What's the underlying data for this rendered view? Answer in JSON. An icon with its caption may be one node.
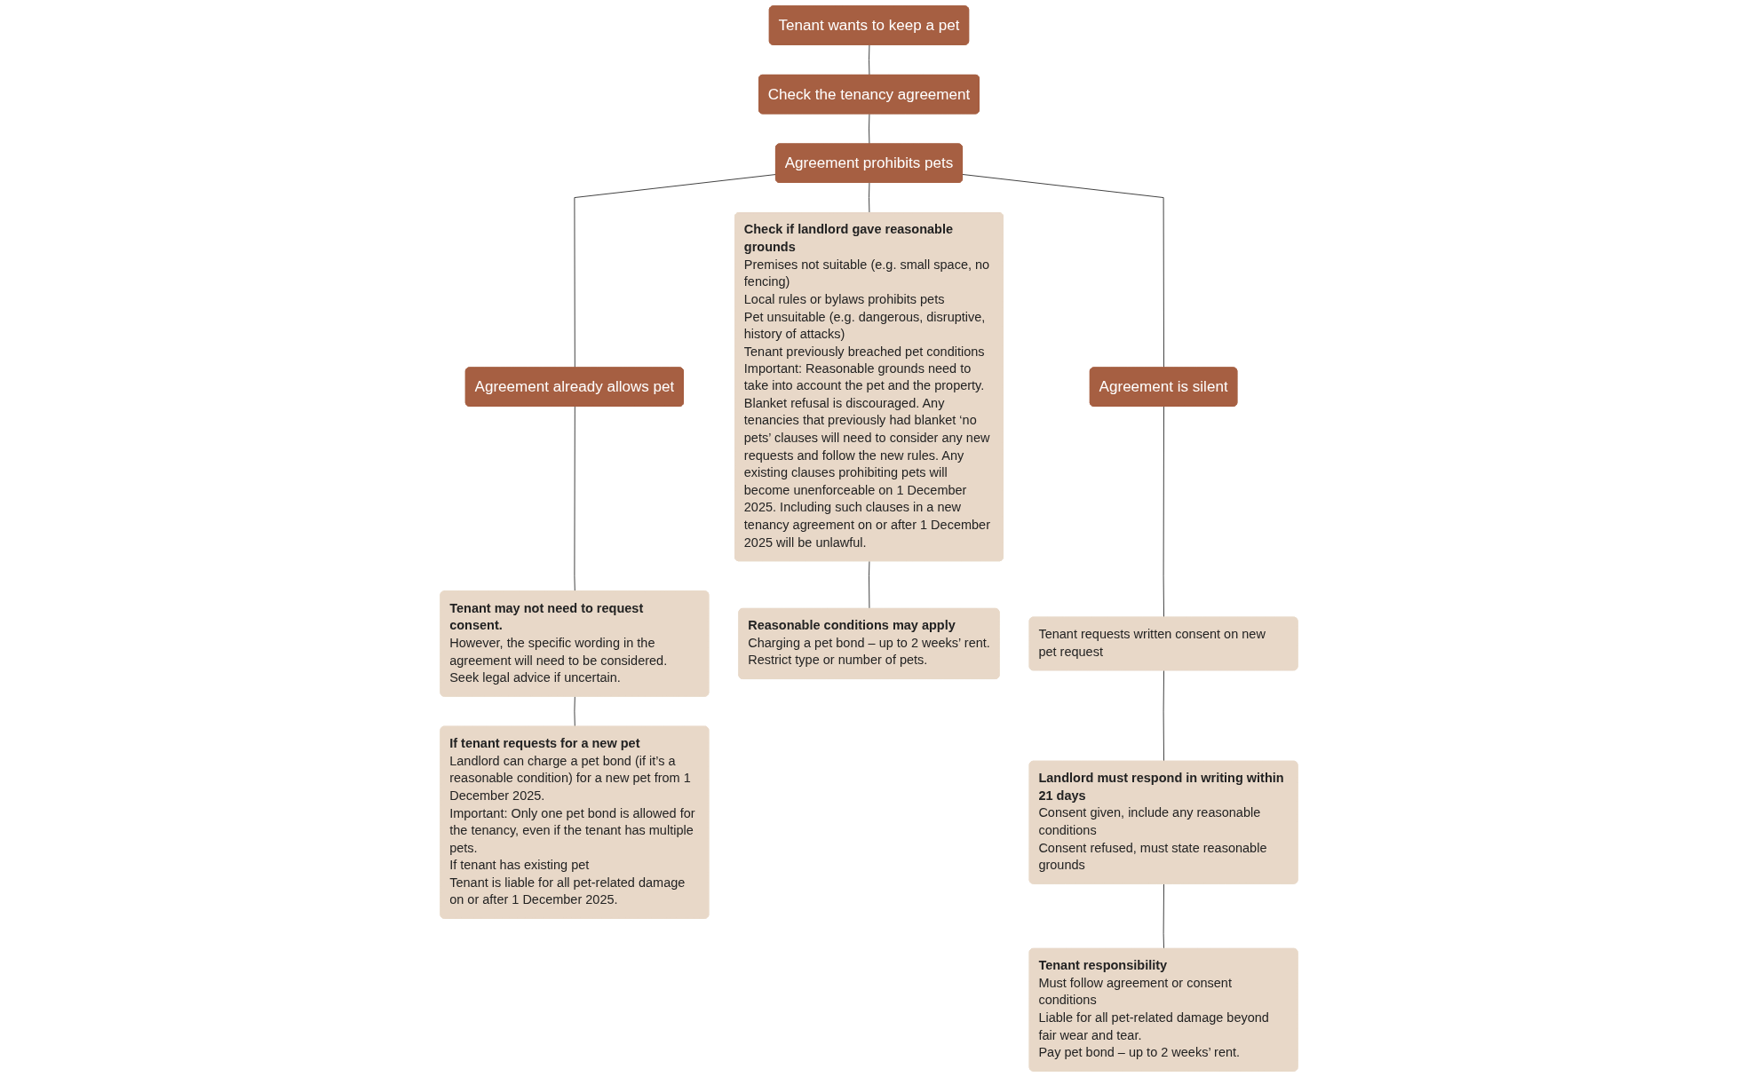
{
  "diagram": {
    "nodes": [
      {
        "text": [
          "Tenant wants to keep a pet"
        ]
      },
      {
        "text": [
          "Check the tenancy agreement"
        ]
      },
      {
        "text": [
          "Agreement already allows pet"
        ]
      },
      {
        "text": [
          "Agreement prohibits pets"
        ]
      },
      {
        "text": [
          "Agreement is silent"
        ]
      },
      {
        "text": [
          "Tenant may not need to request consent.",
          "However, the specific wording in the agreement will need to be considered. Seek legal advice if uncertain."
        ]
      },
      {
        "text": [
          "If tenant requests for a new pet",
          "Landlord can charge a pet bond (if it’s a reasonable condition) for a new pet from 1 December 2025.",
          "Important: Only one pet bond is allowed for the tenancy, even if the tenant has multiple pets.",
          "If tenant has existing pet",
          "Tenant is liable for all pet-related damage on or after 1 December 2025."
        ]
      },
      {
        "text": [
          "Check if landlord gave reasonable grounds",
          "Premises not suitable (e.g. small space, no fencing)",
          "Local rules or bylaws prohibits pets",
          "Pet unsuitable (e.g. dangerous, disruptive, history of attacks)",
          "Tenant previously breached pet conditions",
          "Important: Reasonable grounds need to take into account the pet and the property. Blanket refusal is discouraged. Any tenancies that previously had blanket ‘no pets’ clauses will need to consider any new requests and follow the new rules. Any existing clauses prohibiting pets will become unenforceable on 1 December 2025. Including such clauses in a new tenancy agreement on or after 1 December 2025 will be unlawful."
        ]
      },
      {
        "text": [
          "Reasonable conditions may apply",
          "Charging a pet bond – up to 2 weeks’ rent.",
          "Restrict type or number of pets."
        ]
      },
      {
        "text": [
          "Tenant requests written consent on new pet request"
        ]
      },
      {
        "text": [
          "Landlord must respond in writing within 21 days",
          "Consent given, include any reasonable conditions",
          "Consent refused, must state reasonable grounds"
        ]
      },
      {
        "text": [
          "Tenant responsibility",
          "Must follow agreement or consent conditions",
          "Liable for all pet-related damage beyond fair wear and tear.",
          "Pay pet bond – up to 2 weeks’ rent."
        ]
      }
    ],
    "edges": [
      {
        "from": 0,
        "to": 1,
        "arrow": "none"
      },
      {
        "from": 1,
        "to": 3,
        "arrow": "none"
      },
      {
        "from": 3,
        "to": 2,
        "arrow": "none"
      },
      {
        "from": 3,
        "to": 4,
        "arrow": "none"
      },
      {
        "from": 2,
        "to": 5,
        "arrow": "none"
      },
      {
        "from": 5,
        "to": 6,
        "arrow": "none"
      },
      {
        "from": 3,
        "to": 7,
        "arrow": "none"
      },
      {
        "from": 7,
        "to": 8,
        "arrow": "none"
      },
      {
        "from": 4,
        "to": 9,
        "arrow": "none"
      },
      {
        "from": 9,
        "to": 10,
        "arrow": "none"
      },
      {
        "from": 10,
        "to": 11,
        "arrow": "none"
      }
    ]
  }
}
